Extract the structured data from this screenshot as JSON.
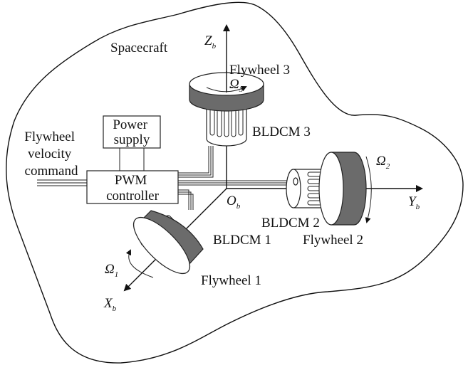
{
  "diagram": {
    "title": "Spacecraft",
    "input_label": [
      "Flywheel",
      "velocity",
      "command"
    ],
    "power_supply": [
      "Power",
      "supply"
    ],
    "controller": [
      "PWM",
      "controller"
    ],
    "origin": {
      "main": "O",
      "sub": "b"
    },
    "axes": {
      "x": {
        "main": "X",
        "sub": "b"
      },
      "y": {
        "main": "Y",
        "sub": "b"
      },
      "z": {
        "main": "Z",
        "sub": "b"
      }
    },
    "flywheels": [
      {
        "name": "Flywheel 1",
        "motor": "BLDCM 1",
        "omega": {
          "main": "Ω",
          "sub": "1"
        }
      },
      {
        "name": "Flywheel 2",
        "motor": "BLDCM 2",
        "omega": {
          "main": "Ω",
          "sub": "2"
        }
      },
      {
        "name": "Flywheel 3",
        "motor": "BLDCM 3",
        "omega": {
          "main": "Ω",
          "sub": "3"
        }
      }
    ]
  }
}
